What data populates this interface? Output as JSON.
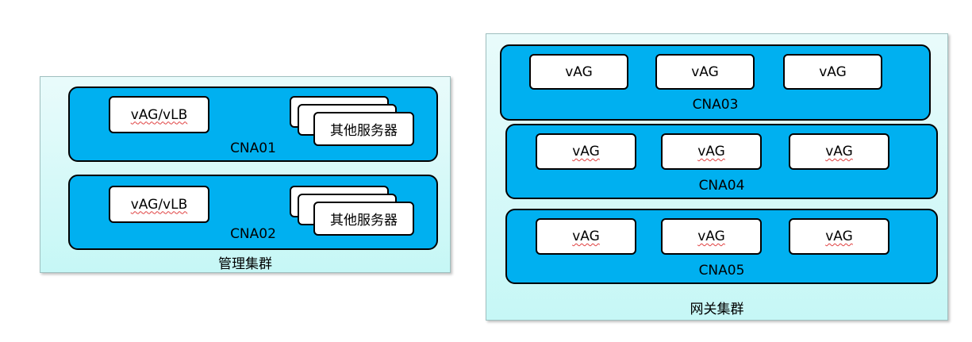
{
  "management_cluster": {
    "label": "管理集群",
    "hosts": [
      {
        "name": "CNA01",
        "vm_label": "vAG/vLB",
        "other_label": "其他服务器"
      },
      {
        "name": "CNA02",
        "vm_label": "vAG/vLB",
        "other_label": "其他服务器"
      }
    ]
  },
  "gateway_cluster": {
    "label": "网关集群",
    "hosts": [
      {
        "name": "CNA03",
        "vms": [
          "vAG",
          "vAG",
          "vAG"
        ]
      },
      {
        "name": "CNA04",
        "vms": [
          "vAG",
          "vAG",
          "vAG"
        ]
      },
      {
        "name": "CNA05",
        "vms": [
          "vAG",
          "vAG",
          "vAG"
        ]
      }
    ]
  },
  "colors": {
    "host_fill": "#00b0f0",
    "cluster_fill": "#c6f7f6",
    "spellcheck_underline": "#e04040"
  }
}
